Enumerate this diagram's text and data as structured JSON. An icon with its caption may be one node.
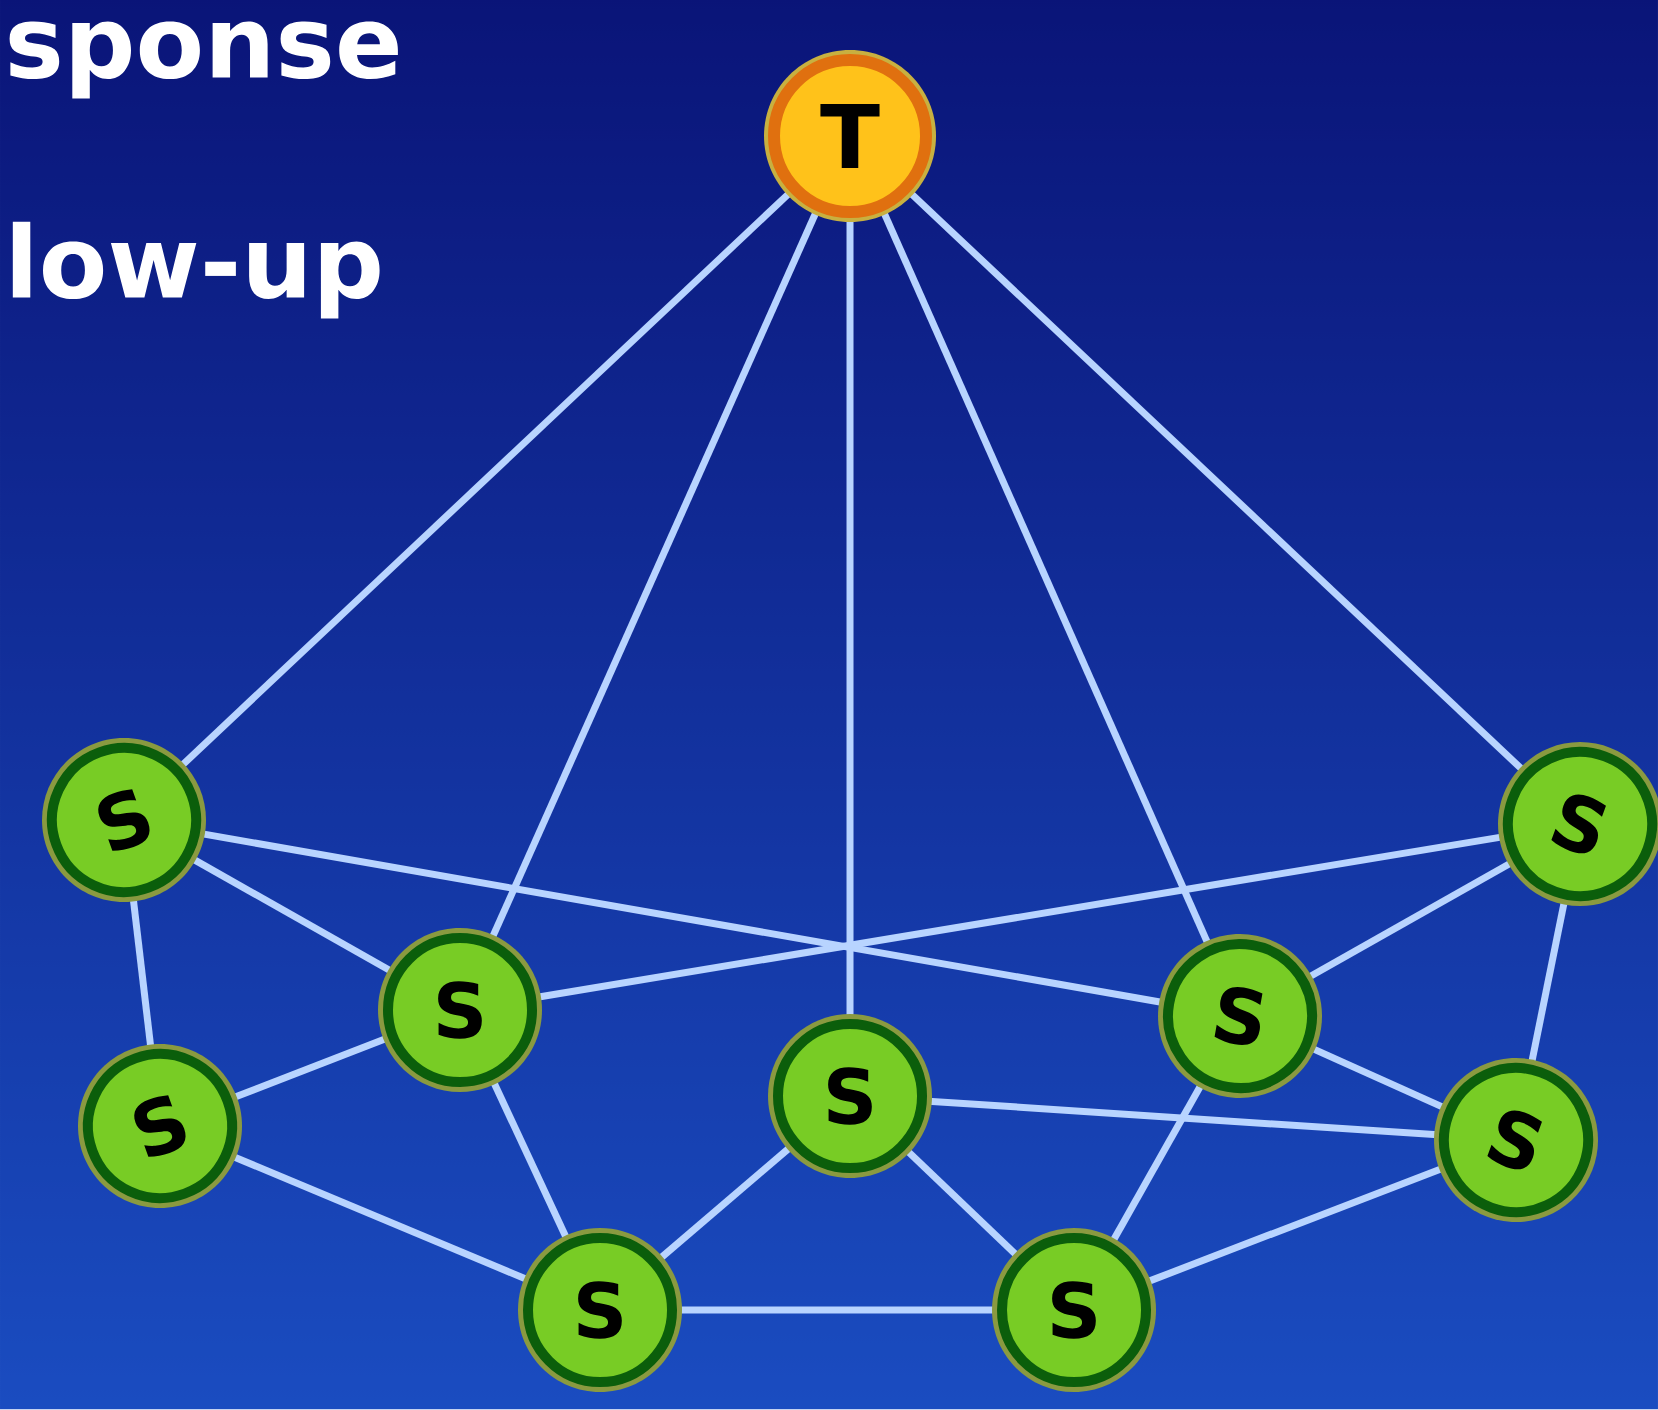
{
  "diagram": {
    "nodes": [
      {
        "text": [
          "T"
        ]
      },
      {
        "text": [
          "S"
        ]
      },
      {
        "text": [
          "S"
        ]
      },
      {
        "text": [
          "S"
        ]
      },
      {
        "text": [
          "S"
        ]
      },
      {
        "text": [
          "S"
        ]
      },
      {
        "text": [
          "S"
        ]
      },
      {
        "text": [
          "S"
        ]
      },
      {
        "text": [
          "S"
        ]
      },
      {
        "text": [
          "S"
        ]
      }
    ],
    "edges": [
      {
        "from": 0,
        "to": 1,
        "arrow": "none"
      },
      {
        "from": 0,
        "to": 3,
        "arrow": "none"
      },
      {
        "from": 0,
        "to": 6,
        "arrow": "none"
      },
      {
        "from": 0,
        "to": 4,
        "arrow": "none"
      },
      {
        "from": 0,
        "to": 2,
        "arrow": "none"
      },
      {
        "from": 1,
        "to": 4,
        "arrow": "none"
      },
      {
        "from": 2,
        "to": 3,
        "arrow": "none"
      },
      {
        "from": 1,
        "to": 3,
        "arrow": "none"
      },
      {
        "from": 1,
        "to": 5,
        "arrow": "none"
      },
      {
        "from": 5,
        "to": 3,
        "arrow": "none"
      },
      {
        "from": 5,
        "to": 8,
        "arrow": "none"
      },
      {
        "from": 3,
        "to": 8,
        "arrow": "none"
      },
      {
        "from": 8,
        "to": 6,
        "arrow": "none"
      },
      {
        "from": 8,
        "to": 9,
        "arrow": "none"
      },
      {
        "from": 6,
        "to": 9,
        "arrow": "none"
      },
      {
        "from": 6,
        "to": 7,
        "arrow": "none"
      },
      {
        "from": 9,
        "to": 4,
        "arrow": "none"
      },
      {
        "from": 9,
        "to": 7,
        "arrow": "none"
      },
      {
        "from": 4,
        "to": 7,
        "arrow": "none"
      },
      {
        "from": 2,
        "to": 4,
        "arrow": "none"
      },
      {
        "from": 2,
        "to": 7,
        "arrow": "none"
      }
    ],
    "labels": [
      "sponse",
      "low-up"
    ]
  }
}
